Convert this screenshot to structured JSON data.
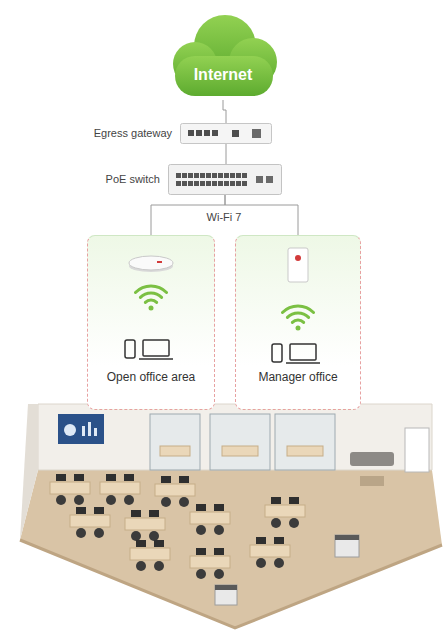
{
  "diagram": {
    "nodes": [
      {
        "text": [
          "Internet"
        ]
      },
      {
        "text": [
          "Egress gateway"
        ]
      },
      {
        "text": [
          "PoE switch"
        ]
      },
      {
        "text": [
          "Open office area"
        ]
      },
      {
        "text": [
          "Manager office"
        ]
      }
    ],
    "edges": [
      {
        "from": 0,
        "to": 1,
        "arrow": "none"
      },
      {
        "from": 1,
        "to": 2,
        "arrow": "none"
      },
      {
        "from": 2,
        "to": 3,
        "arrow": "none"
      },
      {
        "from": 2,
        "to": 4,
        "arrow": "none"
      }
    ],
    "labels": [
      "Wi-Fi 7"
    ]
  }
}
